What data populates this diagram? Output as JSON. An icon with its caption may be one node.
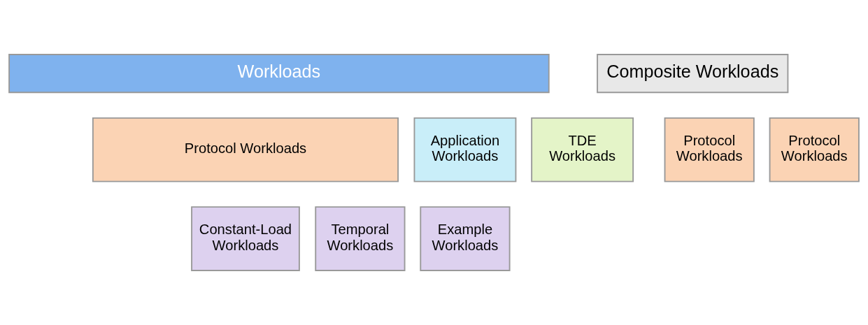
{
  "diagram": {
    "nodes": [
      {
        "text": [
          "Workloads"
        ]
      },
      {
        "text": [
          "Protocol Workloads"
        ]
      },
      {
        "text": [
          "Application Workloads"
        ]
      },
      {
        "text": [
          "TDE Workloads"
        ]
      },
      {
        "text": [
          "Constant-Load Workloads"
        ]
      },
      {
        "text": [
          "Temporal Workloads"
        ]
      },
      {
        "text": [
          "Example Workloads"
        ]
      },
      {
        "text": [
          "Composite Workloads"
        ]
      },
      {
        "text": [
          "Protocol Workloads"
        ]
      },
      {
        "text": [
          "Protocol Workloads"
        ]
      }
    ],
    "edges": []
  }
}
